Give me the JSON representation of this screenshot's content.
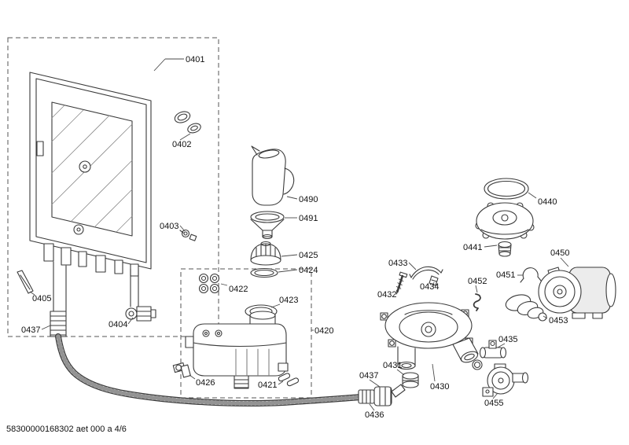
{
  "page": {
    "footer_code": "58300000168302 aet 000 a 4/6"
  },
  "colors": {
    "line": "#3a3a3a",
    "leader": "#4a4a4a",
    "hatch": "#8a8a8a",
    "label_text": "#111111",
    "background": "#ffffff",
    "shade": "#ececec"
  },
  "diagram": {
    "type": "exploded-parts-diagram",
    "labels": {
      "p0401": "0401",
      "p0402": "0402",
      "p0403": "0403",
      "p0404": "0404",
      "p0405": "0405",
      "p0420": "0420",
      "p0421": "0421",
      "p0422": "0422",
      "p0423": "0423",
      "p0424": "0424",
      "p0425": "0425",
      "p0426": "0426",
      "p0430": "0430",
      "p0431": "0431",
      "p0432": "0432",
      "p0433": "0433",
      "p0434": "0434",
      "p0435": "0435",
      "p0436": "0436",
      "p0437": "0437",
      "p0440": "0440",
      "p0441": "0441",
      "p0450": "0450",
      "p0451": "0451",
      "p0452": "0452",
      "p0453": "0453",
      "p0455": "0455",
      "p0490": "0490",
      "p0491": "0491"
    }
  }
}
